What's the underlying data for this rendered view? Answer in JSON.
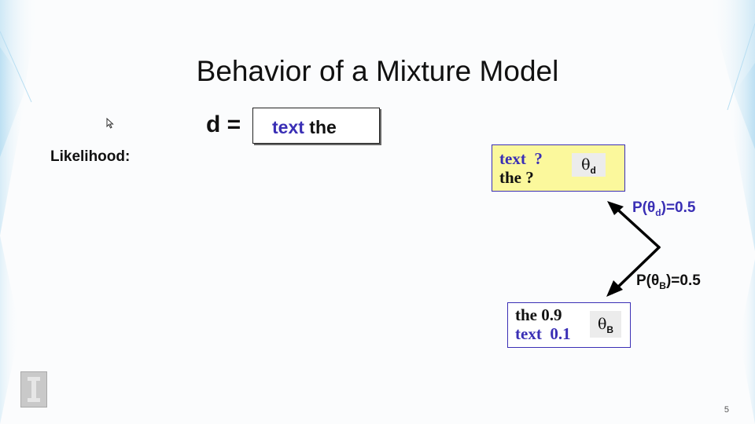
{
  "slide": {
    "title": "Behavior of a Mixture Model",
    "page_number": "5"
  },
  "document": {
    "label": "d =",
    "words": [
      {
        "text": "text",
        "color": "#3a2fb5"
      },
      {
        "text": "the",
        "color": "#111111"
      }
    ]
  },
  "likelihood_label": "Likelihood:",
  "theta_d": {
    "rows": [
      {
        "word": "text",
        "prob": "?",
        "color": "#3a2fb5"
      },
      {
        "word": "the",
        "prob": "?",
        "color": "#111111"
      }
    ],
    "symbol": "θ",
    "subscript": "d",
    "box_fill": "#fbf89c",
    "selection_prob": {
      "prefix": "P(θ",
      "subscript": "d",
      "suffix": ")=0.5",
      "color": "#3a2fb5"
    }
  },
  "theta_b": {
    "rows": [
      {
        "word": "the",
        "prob": "0.9",
        "color": "#111111"
      },
      {
        "word": "text",
        "prob": "0.1",
        "color": "#3a2fb5"
      }
    ],
    "symbol": "θ",
    "subscript": "B",
    "box_fill": "#ffffff",
    "selection_prob": {
      "prefix": "P(θ",
      "subscript": "B",
      "suffix": ")=0.5",
      "color": "#111111"
    }
  },
  "icons": [
    "mouse-cursor-icon",
    "university-logo-icon"
  ]
}
